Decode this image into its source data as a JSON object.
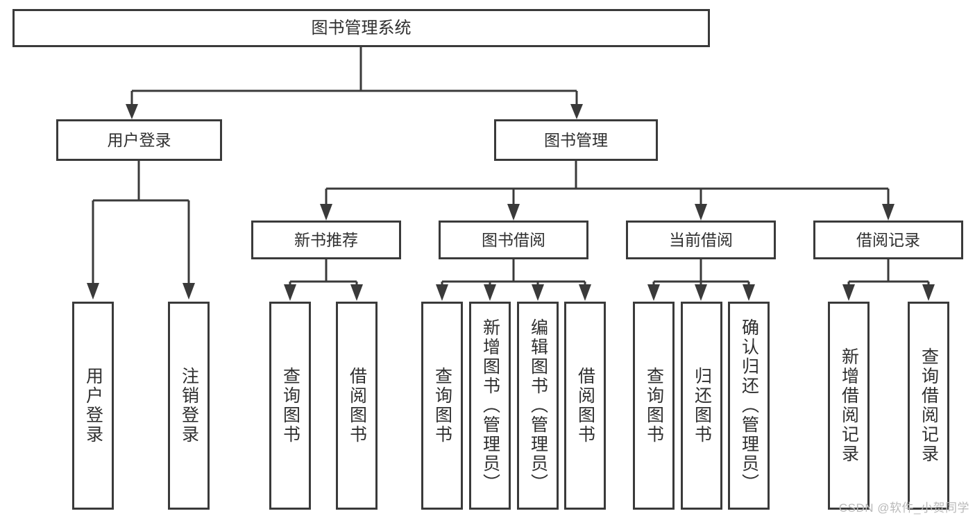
{
  "diagram": {
    "title": "图书管理系统",
    "type": "tree-hierarchy-diagram",
    "colors": {
      "stroke": "#3a3a3a",
      "fill": "#ffffff",
      "text": "#2f2f2f",
      "watermark": "#b9b9b9"
    },
    "root": {
      "label": "图书管理系统"
    },
    "level2": [
      {
        "label": "用户登录"
      },
      {
        "label": "图书管理"
      }
    ],
    "level3": [
      {
        "label": "新书推荐"
      },
      {
        "label": "图书借阅"
      },
      {
        "label": "当前借阅"
      },
      {
        "label": "借阅记录"
      }
    ],
    "leaves": [
      {
        "label": "用户登录",
        "parent": "用户登录"
      },
      {
        "label": "注销登录",
        "parent": "用户登录"
      },
      {
        "label": "查询图书",
        "parent": "新书推荐"
      },
      {
        "label": "借阅图书",
        "parent": "新书推荐"
      },
      {
        "label": "查询图书",
        "parent": "图书借阅"
      },
      {
        "label": "新增图书（管理员）",
        "parent": "图书借阅"
      },
      {
        "label": "编辑图书（管理员）",
        "parent": "图书借阅"
      },
      {
        "label": "借阅图书",
        "parent": "图书借阅"
      },
      {
        "label": "查询图书",
        "parent": "当前借阅"
      },
      {
        "label": "归还图书",
        "parent": "当前借阅"
      },
      {
        "label": "确认归还（管理员）",
        "parent": "当前借阅"
      },
      {
        "label": "新增借阅记录",
        "parent": "借阅记录"
      },
      {
        "label": "查询借阅记录",
        "parent": "借阅记录"
      }
    ],
    "watermark": "CSDN @软件_小贺同学"
  }
}
